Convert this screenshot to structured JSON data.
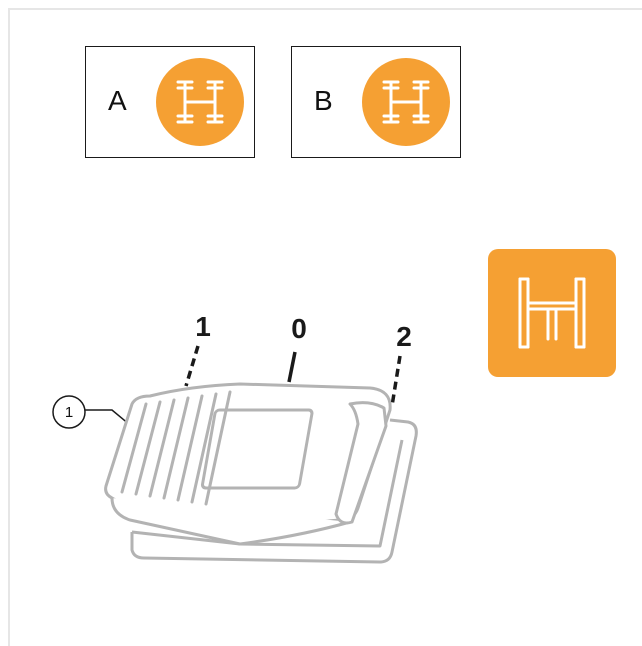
{
  "legend": [
    {
      "letter": "A",
      "icon": "axle-lock-round-icon"
    },
    {
      "letter": "B",
      "icon": "axle-lock-round-icon"
    }
  ],
  "indicator_icon": "axle-lock-indicator-icon",
  "switch": {
    "positions": [
      "1",
      "0",
      "2"
    ],
    "callout": "1"
  },
  "colors": {
    "accent": "#F5A033",
    "icon_stroke": "#FFFFFF",
    "switch_outline": "#B3B3B3",
    "text": "#1A1A1A"
  }
}
